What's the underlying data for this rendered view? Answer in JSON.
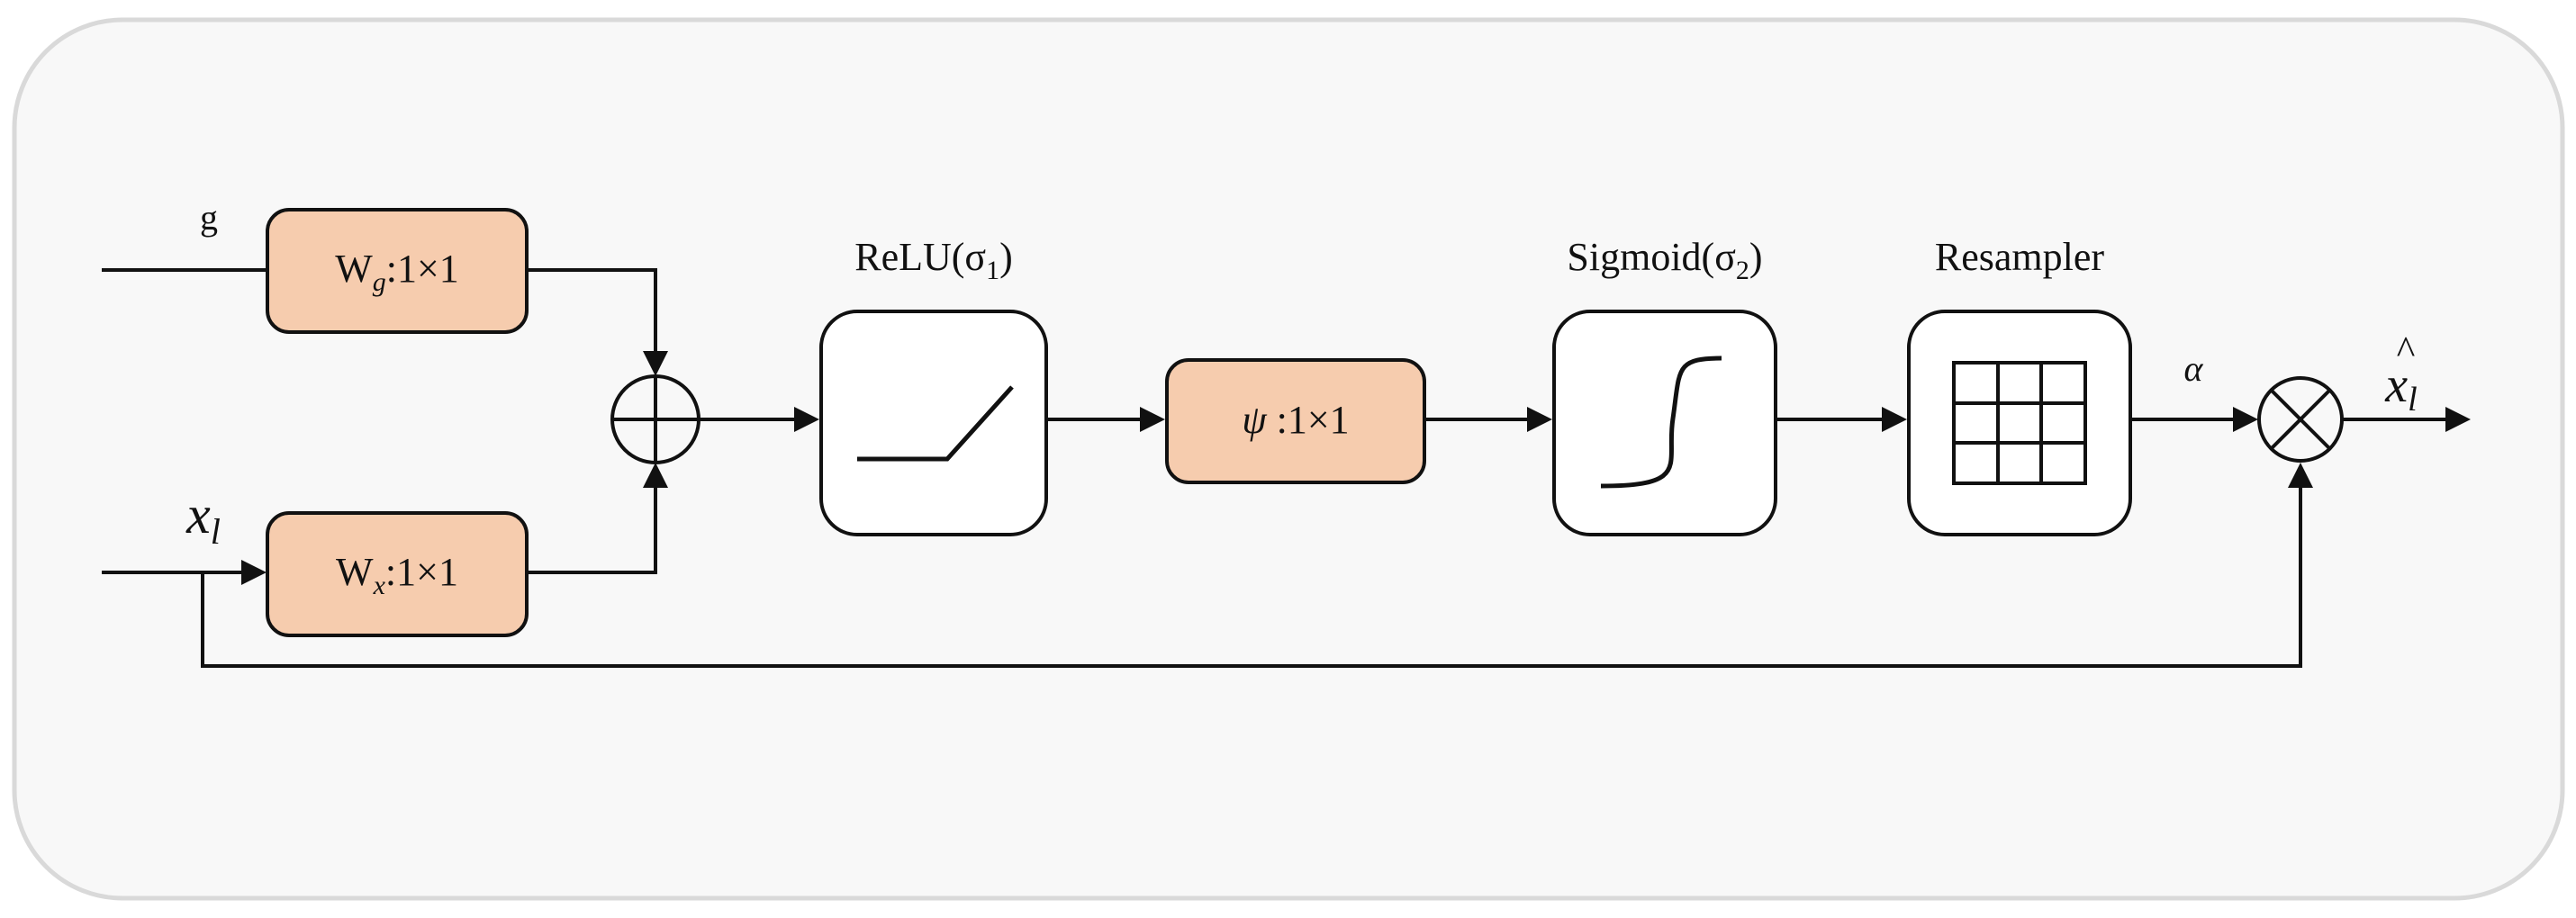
{
  "colors": {
    "panel_fill": "#f8f8f8",
    "panel_border": "#d9d9d9",
    "conv_fill": "#f6ccae",
    "stroke": "#111111",
    "block_fill": "#ffffff"
  },
  "inputs": {
    "g_label": "g",
    "x_main": "x",
    "x_sub": "l"
  },
  "blocks": {
    "wg": {
      "w": "W",
      "sub": "g",
      "rest": ":1×1"
    },
    "wx": {
      "w": "W",
      "sub": "x",
      "rest": ":1×1"
    },
    "psi": {
      "sym": "ψ",
      "rest": " :1×1"
    },
    "relu": {
      "main": "ReLU(σ",
      "sub": "1",
      "close": ")"
    },
    "sigmoid": {
      "main": "Sigmoid(σ",
      "sub": "2",
      "close": ")"
    },
    "resampler": {
      "label": "Resampler"
    }
  },
  "signals": {
    "alpha": "α"
  },
  "output": {
    "hat": "^",
    "main": "x",
    "sub": "l"
  },
  "icons": [
    "relu-icon",
    "sigmoid-icon",
    "grid-icon",
    "add-icon",
    "multiply-icon"
  ]
}
